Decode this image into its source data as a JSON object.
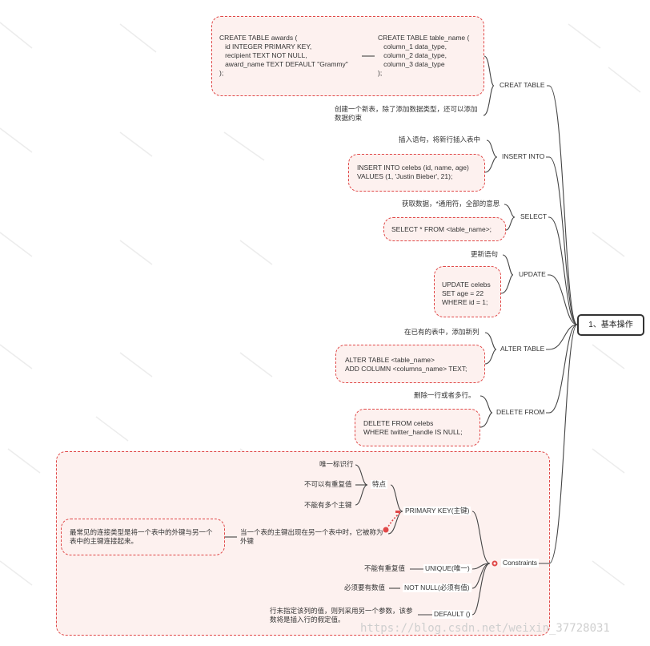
{
  "root": {
    "label": "1、基本操作"
  },
  "create": {
    "label": "CREAT TABLE",
    "example": "CREATE TABLE awards (\n   id INTEGER PRIMARY KEY,\n   recipient TEXT NOT NULL,\n   award_name TEXT DEFAULT \"Grammy\"\n);",
    "syntax": "CREATE TABLE table_name (\n   column_1 data_type,\n   column_2 data_type,\n   column_3 data_type\n);",
    "note": "创建一个新表，除了添加数据类型，还可以添加\n数据约束"
  },
  "insert": {
    "label": "INSERT INTO",
    "note": "插入语句，将新行插入表中",
    "code": "INSERT INTO celebs (id, name, age)\nVALUES (1, 'Justin Bieber', 21);"
  },
  "select": {
    "label": "SELECT",
    "note": "获取数据，*通用符，全部的意思",
    "code": "SELECT * FROM <table_name>;"
  },
  "update": {
    "label": "UPDATE",
    "note": "更新语句",
    "code": "UPDATE celebs\nSET age = 22\nWHERE id = 1;"
  },
  "alter": {
    "label": "ALTER TABLE",
    "note": "在已有的表中，添加新列",
    "code": "ALTER TABLE <table_name>\nADD COLUMN <columns_name> TEXT;"
  },
  "delete": {
    "label": "DELETE FROM",
    "note": "删除一行或者多行。",
    "code": "DELETE FROM celebs\nWHERE twitter_handle IS NULL;"
  },
  "constraints": {
    "label": "Constraints",
    "primary_key": {
      "label": "PRIMARY KEY(主键)",
      "features_label": "特点",
      "features": [
        "唯一标识行",
        "不可以有重复值",
        "不能有多个主键"
      ],
      "foreign_note": "当一个表的主键出现在另一个表中时，它被称为\n外键",
      "join_note": "最常见的连接类型是将一个表中的外键与另一个\n表中的主键连接起来。"
    },
    "unique": {
      "label": "UNIQUE(唯一)",
      "note": "不能有重复值"
    },
    "not_null": {
      "label": "NOT NULL(必须有值)",
      "note": "必须要有数值"
    },
    "default": {
      "label": "DEFAULT ()",
      "note": "行未指定该列的值，则列采用另一个参数，该参\n数将是插入行的假定值。"
    }
  },
  "watermark": "https://blog.csdn.net/weixin_37728031"
}
